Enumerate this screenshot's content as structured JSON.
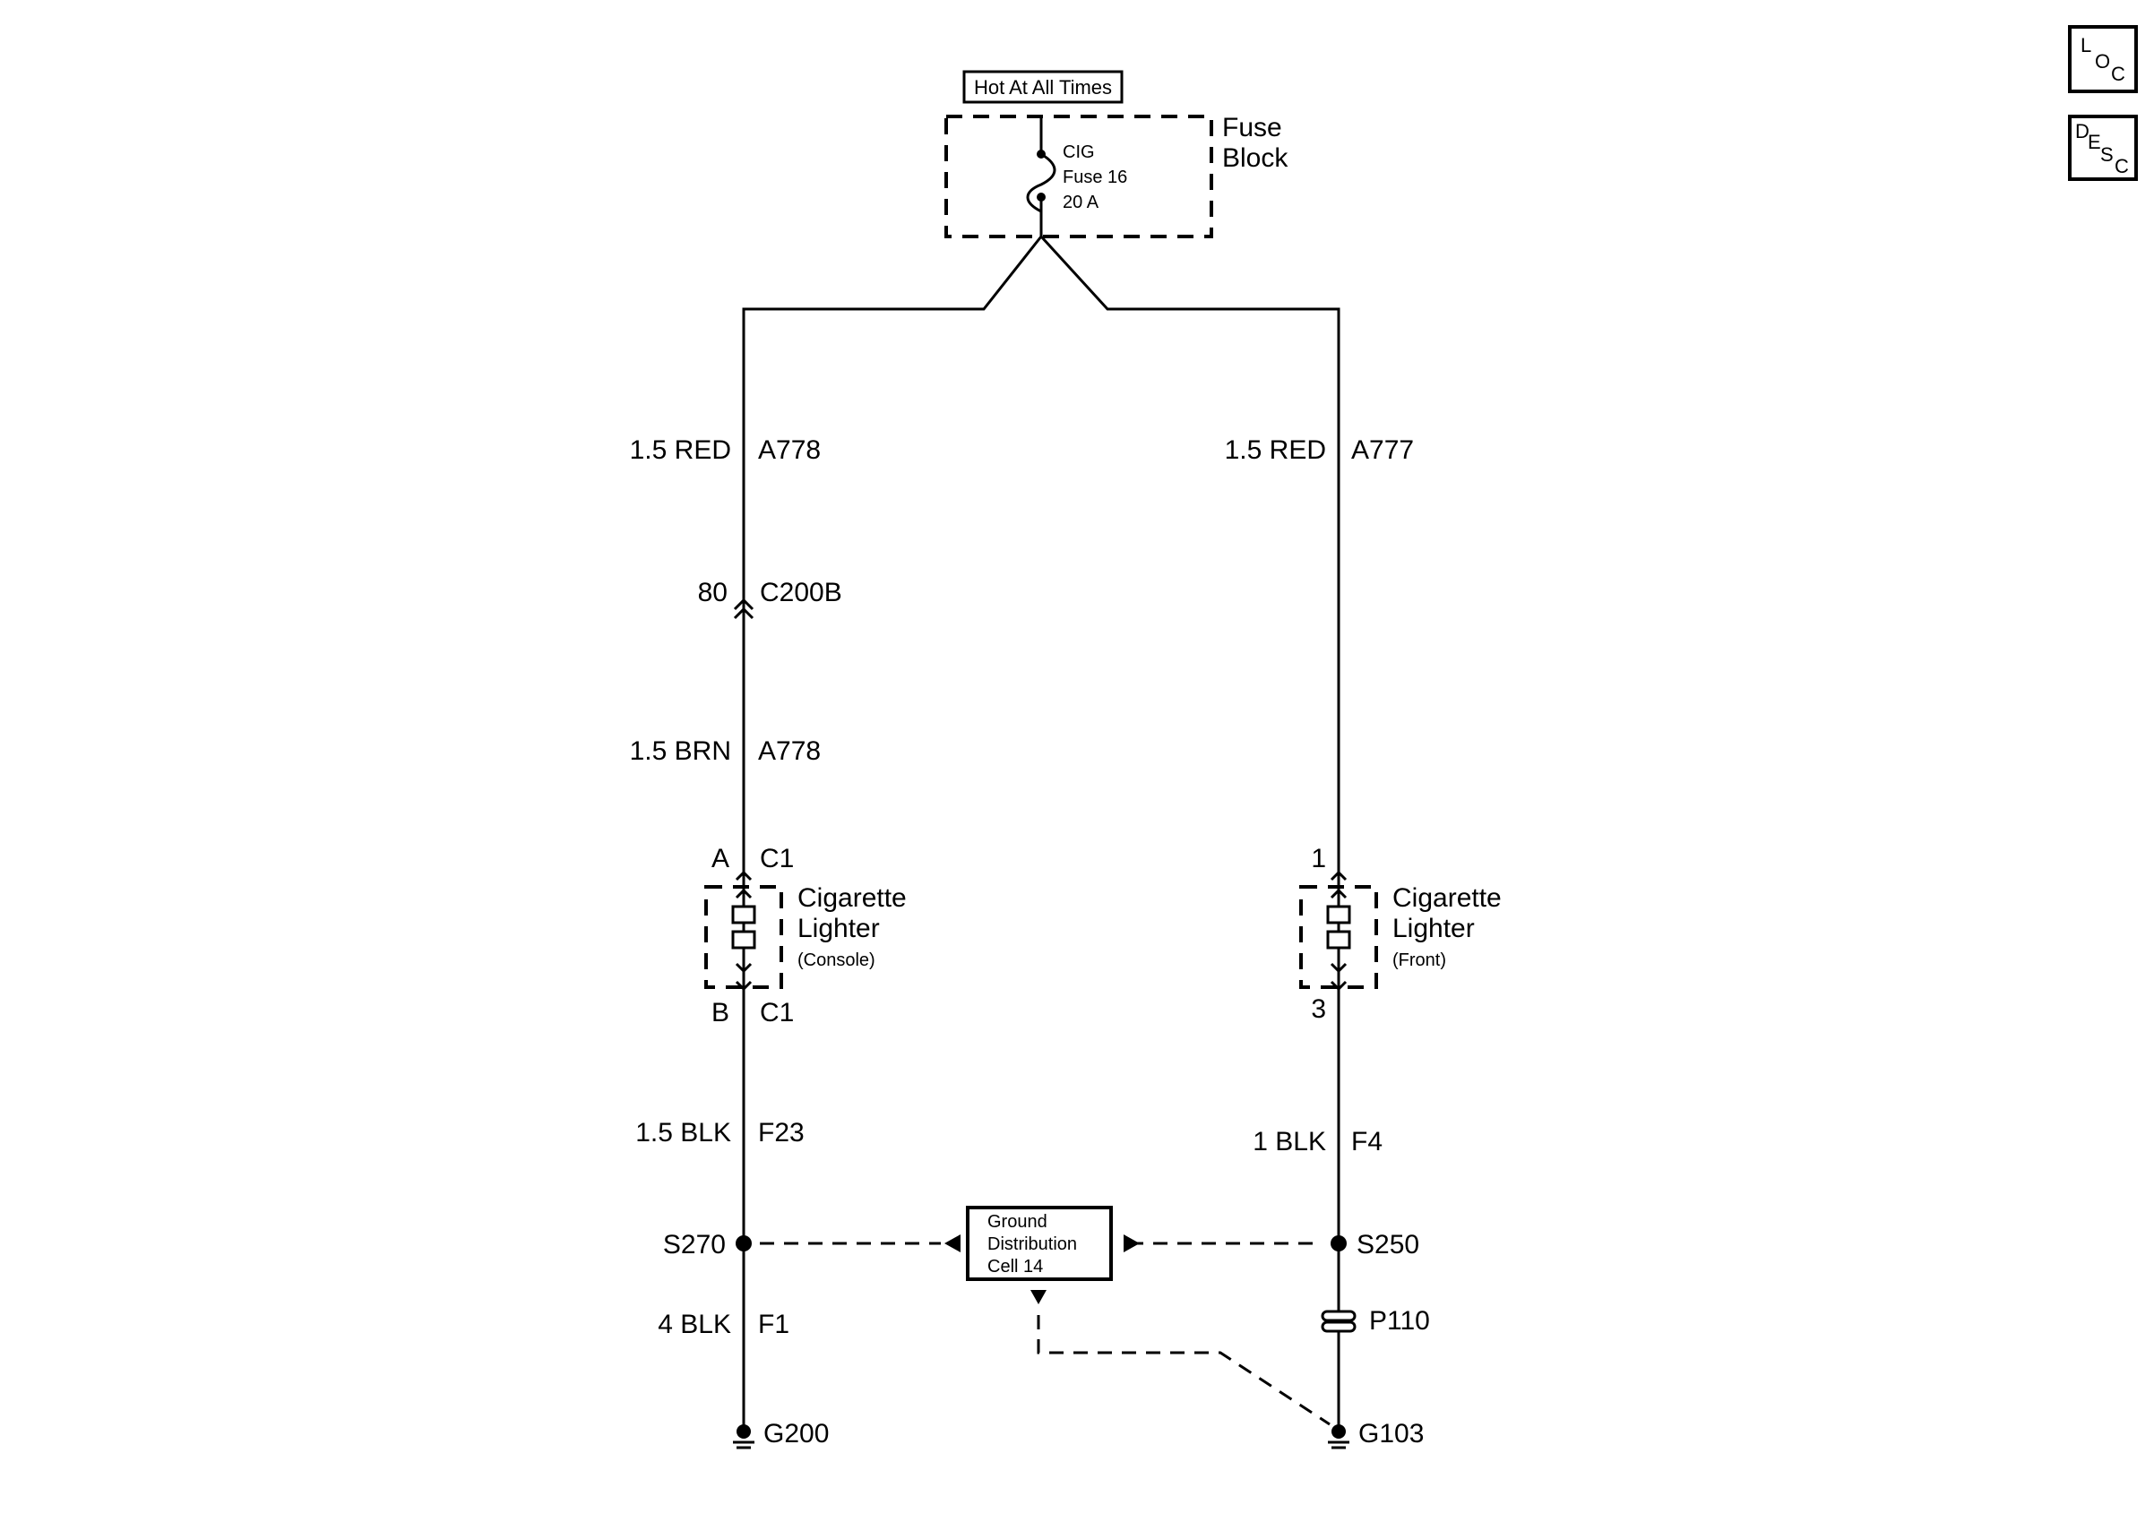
{
  "power": {
    "hot_label": "Hot At All Times",
    "fuse_block_line1": "Fuse",
    "fuse_block_line2": "Block",
    "fuse_name": "CIG",
    "fuse_number": "Fuse 16",
    "fuse_rating": "20 A"
  },
  "left_circuit": {
    "wire1_gauge_color": "1.5 RED",
    "wire1_circuit": "A778",
    "connector_pin": "80",
    "connector_id": "C200B",
    "wire2_gauge_color": "1.5 BRN",
    "wire2_circuit": "A778",
    "lighter_pin_top": "A",
    "lighter_conn_top": "C1",
    "lighter_name_line1": "Cigarette",
    "lighter_name_line2": "Lighter",
    "lighter_location": "(Console)",
    "lighter_pin_bottom": "B",
    "lighter_conn_bottom": "C1",
    "wire3_gauge_color": "1.5 BLK",
    "wire3_circuit": "F23",
    "splice": "S270",
    "wire4_gauge_color": "4 BLK",
    "wire4_circuit": "F1",
    "ground": "G200"
  },
  "right_circuit": {
    "wire1_gauge_color": "1.5 RED",
    "wire1_circuit": "A777",
    "lighter_pin_top": "1",
    "lighter_name_line1": "Cigarette",
    "lighter_name_line2": "Lighter",
    "lighter_location": "(Front)",
    "lighter_pin_bottom": "3",
    "wire2_gauge_color": "1 BLK",
    "wire2_circuit": "F4",
    "splice": "S250",
    "pass_through": "P110",
    "ground": "G103"
  },
  "ground_distribution": {
    "line1": "Ground",
    "line2": "Distribution",
    "line3": "Cell 14"
  },
  "nav_icons": {
    "loc": {
      "a": "L",
      "b": "O",
      "c": "C"
    },
    "desc": {
      "a": "D",
      "b": "E",
      "c": "S",
      "d": "C"
    }
  }
}
